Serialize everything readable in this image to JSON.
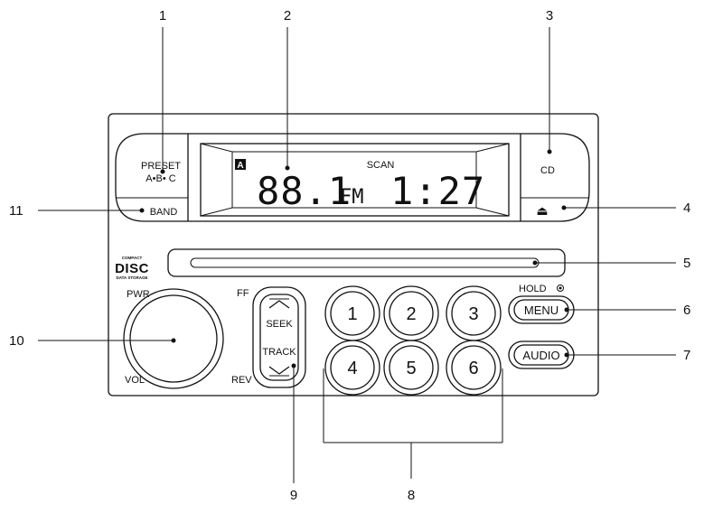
{
  "callouts": {
    "c1": "1",
    "c2": "2",
    "c3": "3",
    "c4": "4",
    "c5": "5",
    "c6": "6",
    "c7": "7",
    "c8": "8",
    "c9": "9",
    "c10": "10",
    "c11": "11"
  },
  "preset": {
    "line1": "PRESET",
    "line2": "A•B• C"
  },
  "band": "BAND",
  "cd": "CD",
  "eject_symbol": "⏏",
  "display": {
    "preset_badge": "A",
    "scan": "SCAN",
    "frequency": "88.1",
    "band": "FM",
    "time": "1:27"
  },
  "logo": {
    "top": "COMPACT",
    "main": "DISC",
    "bottom": "DATA STORAGE"
  },
  "dial": {
    "top": "PWR",
    "bottom": "VOL"
  },
  "seek": {
    "ff": "FF",
    "rev": "REV",
    "seek": "SEEK",
    "track": "TRACK"
  },
  "presets": [
    "1",
    "2",
    "3",
    "4",
    "5",
    "6"
  ],
  "hold": "HOLD",
  "menu": "MENU",
  "audio": "AUDIO"
}
